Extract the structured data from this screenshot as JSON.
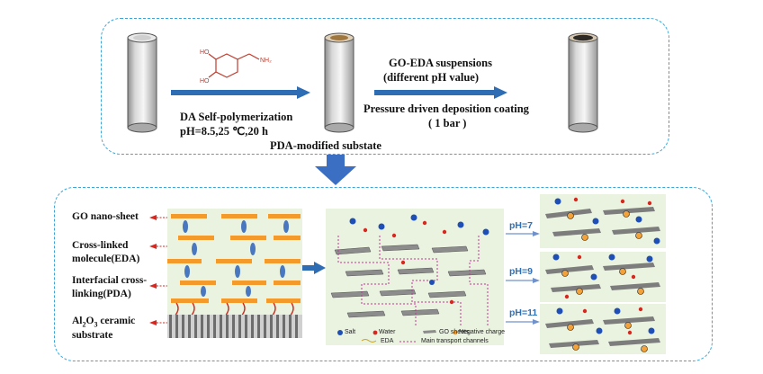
{
  "top": {
    "reaction_label_1": "DA Self-polymerization",
    "reaction_label_2": "pH=8.5,25  ℃,20 h",
    "substrate_label": "PDA-modified substate",
    "coating_label_1": "GO-EDA suspensions",
    "coating_label_2": "(different pH value)",
    "coating_label_3": "Pressure driven deposition coating",
    "coating_label_4": "( 1 bar )",
    "molecule_labels": [
      "HO",
      "HO",
      "NH₂"
    ]
  },
  "structure_labels": {
    "go_sheet": "GO nano-sheet",
    "crosslinked_1": "Cross-linked",
    "crosslinked_2": "molecule(EDA)",
    "interfacial_1": "Interfacial cross-",
    "interfacial_2": "linking(PDA)",
    "substrate_1_pre": "Al",
    "substrate_1_sub1": "2",
    "substrate_1_mid": "O",
    "substrate_1_sub2": "3",
    "substrate_1_post": " ceramic",
    "substrate_2": "substrate"
  },
  "legend": {
    "salt": "Salt",
    "water": "Water",
    "go_sheets": "GO sheets",
    "negative_charge": "Negative charge",
    "eda": "EDA",
    "channels": "Main transport channels"
  },
  "ph_labels": [
    "pH=7",
    "pH=9",
    "pH=11"
  ],
  "colors": {
    "panel_border": "#3aa6d8",
    "arrow_blue": "#2e6db4",
    "go_sheet_orange": "#f39a2b",
    "eda_blue": "#4a78c0",
    "pda_red": "#d7271f",
    "panel_green": "#e9f3df",
    "channel_magenta": "#c2339a"
  }
}
